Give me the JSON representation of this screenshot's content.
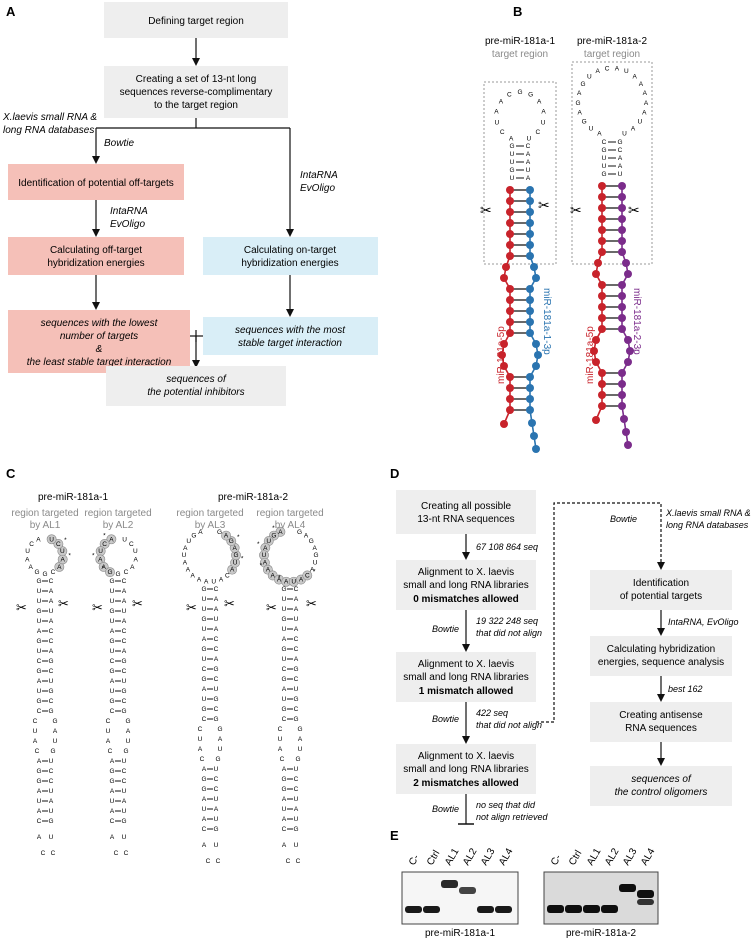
{
  "panel_labels": {
    "a": "A",
    "b": "B",
    "c": "C",
    "d": "D",
    "e": "E"
  },
  "panelA": {
    "box1": "Defining target region",
    "box2_l1": "Creating a set of 13-nt long",
    "box2_l2": "sequences reverse-complimentary",
    "box2_l3": "to the target region",
    "db_l1": "X.laevis small RNA &",
    "db_l2": "long RNA databases",
    "bowtie": "Bowtie",
    "intarna": "IntaRNA",
    "evoligo": "EvOligo",
    "offtarget_id": "Identification of potential off-targets",
    "off_energy_l1": "Calculating off-target",
    "off_energy_l2": "hybridization energies",
    "on_energy_l1": "Calculating on-target",
    "on_energy_l2": "hybridization energies",
    "lowest_l1": "sequences with the lowest",
    "lowest_l2": "number of targets",
    "lowest_l3": "&",
    "lowest_l4": "the least stable target interaction",
    "stable_l1": "sequences with the most",
    "stable_l2": "stable target interaction",
    "final_l1": "sequences of",
    "final_l2": "the potential inhibitors",
    "colors": {
      "pink": "#f5c0b8",
      "blue": "#d9eef7",
      "grey": "#eeeeee"
    }
  },
  "panelB": {
    "title1": "pre-miR-181a-1",
    "title2": "pre-miR-181a-2",
    "target_region": "target region",
    "arm_5p_1": "miR-181a-5p",
    "arm_3p_1": "miR-181a-1-3p",
    "arm_5p_2": "miR-181a-5p",
    "arm_3p_2": "miR-181a-2-3p",
    "colors": {
      "red": "#c8232b",
      "blue": "#2a74b0",
      "purple": "#7b2c8b"
    },
    "loop1": [
      "U",
      "C",
      "U",
      "A",
      "A",
      "G",
      "G",
      "C",
      "A",
      "A",
      "U",
      "C",
      "A"
    ],
    "loop2": [
      "U",
      "A",
      "U",
      "A",
      "A",
      "A",
      "A",
      "A",
      "U",
      "A",
      "C",
      "A",
      "U",
      "G",
      "A",
      "G",
      "A",
      "G",
      "U",
      "A"
    ],
    "stem1_left": [
      "G",
      "U",
      "U",
      "G",
      "U"
    ],
    "stem1_right": [
      "C",
      "A",
      "A",
      "U",
      "A"
    ],
    "stem2_left": [
      "C",
      "G",
      "U",
      "U",
      "G"
    ],
    "stem2_right": [
      "G",
      "C",
      "A",
      "A",
      "U"
    ]
  },
  "panelC": {
    "title1": "pre-miR-181a-1",
    "title2": "pre-miR-181a-2",
    "al1_l1": "region targeted",
    "al1_l2": "by AL1",
    "al2_l1": "region targeted",
    "al2_l2": "by AL2",
    "al3_l1": "region targeted",
    "al3_l2": "by AL3",
    "al4_l1": "region targeted",
    "al4_l2": "by AL4",
    "stem_left": [
      "G",
      "U",
      "U",
      "G",
      "U",
      "A",
      "G",
      "U",
      "C",
      "G",
      "A",
      "U",
      "G",
      "C",
      "C",
      "U",
      "A",
      "C",
      "A",
      "G",
      "G",
      "A",
      "U",
      "A",
      "C"
    ],
    "stem_right": [
      "C",
      "A",
      "A",
      "U",
      "A",
      "C",
      "C",
      "A",
      "G",
      "C",
      "U",
      "G",
      "C",
      "G",
      "G",
      "A",
      "U",
      "G",
      "U",
      "C",
      "C",
      "U",
      "A",
      "U",
      "G"
    ]
  },
  "panelD": {
    "box1_l1": "Creating all possible",
    "box1_l2": "13-nt RNA sequences",
    "count1": "67 108 864 seq",
    "box2_l1": "Alignment to X. laevis",
    "box2_l2": "small and long RNA libraries",
    "box2_l3": "0 mismatches allowed",
    "bowtie": "Bowtie",
    "count2_l1": "19 322 248 seq",
    "count2_l2": "that did not align",
    "box3_l1": "Alignment to X. laevis",
    "box3_l2": "small and long RNA libraries",
    "box3_l3": "1 mismatch allowed",
    "count3_l1": "422 seq",
    "count3_l2": "that did not align",
    "box4_l1": "Alignment to X. laevis",
    "box4_l2": "small and long RNA libraries",
    "box4_l3": "2 mismatches allowed",
    "count4_l1": "no seq that did",
    "count4_l2": "not align retrieved",
    "db_l1": "X.laevis small RNA &",
    "db_l2": "long RNA databases",
    "r1_l1": "Identification",
    "r1_l2": "of potential targets",
    "intarna_evoligo": "IntaRNA, EvOligo",
    "r2_l1": "Calculating hybridization",
    "r2_l2": "energies, sequence analysis",
    "best": "best 162",
    "r3_l1": "Creating antisense",
    "r3_l2": "RNA sequences",
    "r4_l1": "sequences of",
    "r4_l2": "the control oligomers"
  },
  "panelE": {
    "lanes1": [
      "C-",
      "Ctrl",
      "AL1",
      "AL2",
      "AL3",
      "AL4"
    ],
    "lanes2": [
      "C-",
      "Ctrl",
      "AL1",
      "AL2",
      "AL3",
      "AL4"
    ],
    "caption1": "pre-miR-181a-1",
    "caption2": "pre-miR-181a-2"
  }
}
